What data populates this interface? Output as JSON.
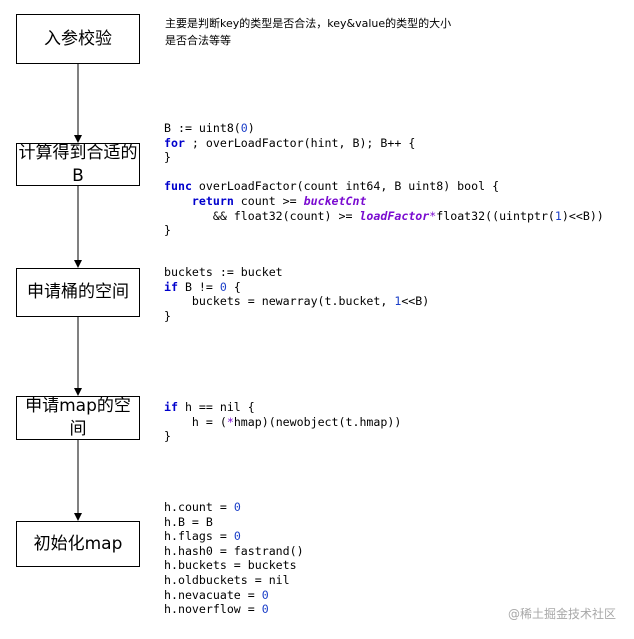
{
  "steps": [
    {
      "label": "入参校验"
    },
    {
      "label": "计算得到合适的B"
    },
    {
      "label": "申请桶的空间"
    },
    {
      "label": "申请map的空间"
    },
    {
      "label": "初始化map"
    }
  ],
  "notes": {
    "step1_line1": "主要是判断key的类型是否合法，key&value的类型的大小",
    "step1_line2": "是否合法等等"
  },
  "code_blocks": [
    [
      [
        {
          "t": "B := uint8("
        },
        {
          "t": "0",
          "c": "num"
        },
        {
          "t": ")"
        }
      ],
      [
        {
          "t": "for",
          "c": "kw"
        },
        {
          "t": " ; overLoadFactor(hint, B); B++ {"
        }
      ],
      [
        {
          "t": "}"
        }
      ],
      [
        {
          "t": ""
        }
      ],
      [
        {
          "t": "func",
          "c": "kw"
        },
        {
          "t": " overLoadFactor(count int64, B uint8) bool {"
        }
      ],
      [
        {
          "t": "    "
        },
        {
          "t": "return",
          "c": "kw"
        },
        {
          "t": " count >= "
        },
        {
          "t": "bucketCnt",
          "c": "it"
        }
      ],
      [
        {
          "t": "       && float32(count) >= "
        },
        {
          "t": "loadFactor",
          "c": "it"
        },
        {
          "t": "*",
          "c": "op"
        },
        {
          "t": "float32((uintptr("
        },
        {
          "t": "1",
          "c": "num"
        },
        {
          "t": ")<<B))"
        }
      ],
      [
        {
          "t": "}"
        }
      ]
    ],
    [
      [
        {
          "t": "buckets := bucket"
        }
      ],
      [
        {
          "t": "if",
          "c": "kw"
        },
        {
          "t": " B != "
        },
        {
          "t": "0",
          "c": "num"
        },
        {
          "t": " {"
        }
      ],
      [
        {
          "t": "    buckets = newarray(t.bucket, "
        },
        {
          "t": "1",
          "c": "num"
        },
        {
          "t": "<<B)"
        }
      ],
      [
        {
          "t": "}"
        }
      ]
    ],
    [
      [
        {
          "t": "if",
          "c": "kw"
        },
        {
          "t": " h == nil {"
        }
      ],
      [
        {
          "t": "    h = ("
        },
        {
          "t": "*",
          "c": "op"
        },
        {
          "t": "hmap)(newobject(t.hmap))"
        }
      ],
      [
        {
          "t": "}"
        }
      ]
    ],
    [
      [
        {
          "t": "h.count = "
        },
        {
          "t": "0",
          "c": "num"
        }
      ],
      [
        {
          "t": "h.B = B"
        }
      ],
      [
        {
          "t": "h.flags = "
        },
        {
          "t": "0",
          "c": "num"
        }
      ],
      [
        {
          "t": "h.hash0 = fastrand()"
        }
      ],
      [
        {
          "t": "h.buckets = buckets"
        }
      ],
      [
        {
          "t": "h.oldbuckets = nil"
        }
      ],
      [
        {
          "t": "h.nevacuate = "
        },
        {
          "t": "0",
          "c": "num"
        }
      ],
      [
        {
          "t": "h.noverflow = "
        },
        {
          "t": "0",
          "c": "num"
        }
      ]
    ]
  ],
  "watermark": "@稀土掘金技术社区"
}
